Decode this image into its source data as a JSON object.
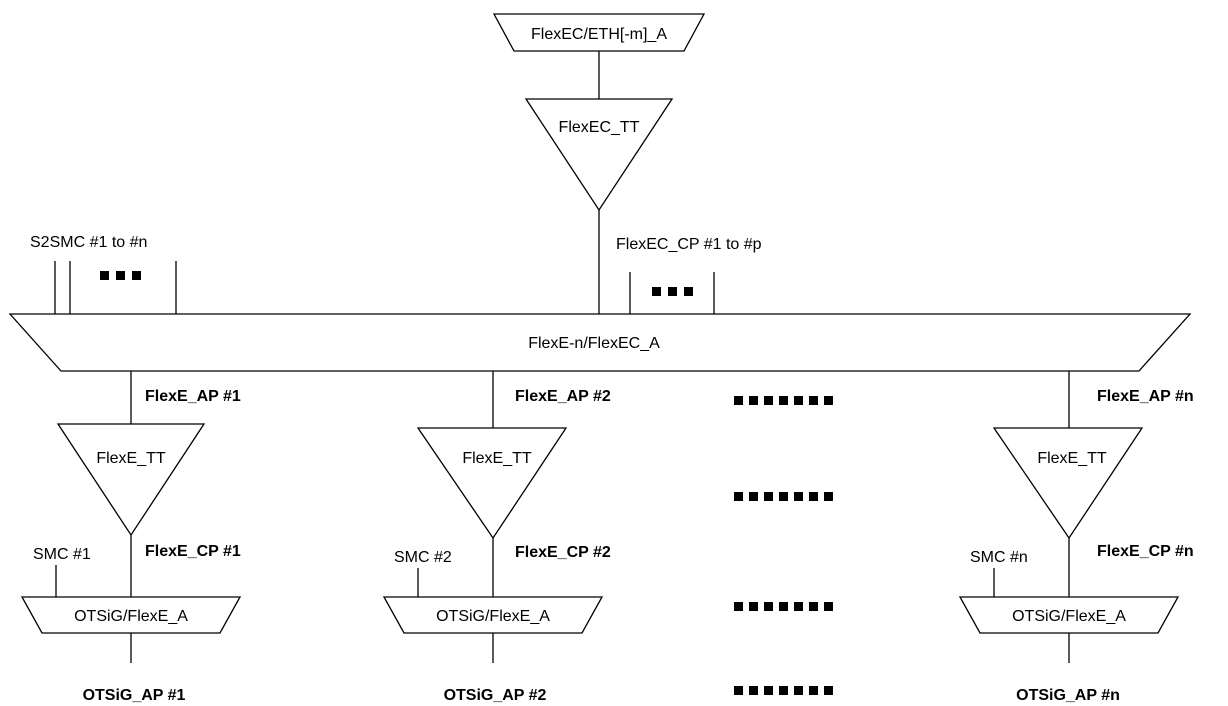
{
  "top": {
    "adapter_label": "FlexEC/ETH[-m]_A",
    "trail_label": "FlexEC_TT"
  },
  "middle": {
    "s2smc_label": "S2SMC #1 to #n",
    "flexec_cp_label": "FlexEC_CP #1 to #p",
    "bus_label": "FlexE-n/FlexEC_A"
  },
  "branches": [
    {
      "ap": "FlexE_AP #1",
      "tt": "FlexE_TT",
      "smc": "SMC #1",
      "cp": "FlexE_CP #1",
      "adapter": "OTSiG/FlexE_A",
      "otsig_ap": "OTSiG_AP #1"
    },
    {
      "ap": "FlexE_AP #2",
      "tt": "FlexE_TT",
      "smc": "SMC #2",
      "cp": "FlexE_CP #2",
      "adapter": "OTSiG/FlexE_A",
      "otsig_ap": "OTSiG_AP #2"
    },
    {
      "ap": "FlexE_AP #n",
      "tt": "FlexE_TT",
      "smc": "SMC #n",
      "cp": "FlexE_CP #n",
      "adapter": "OTSiG/FlexE_A",
      "otsig_ap": "OTSiG_AP #n"
    }
  ]
}
